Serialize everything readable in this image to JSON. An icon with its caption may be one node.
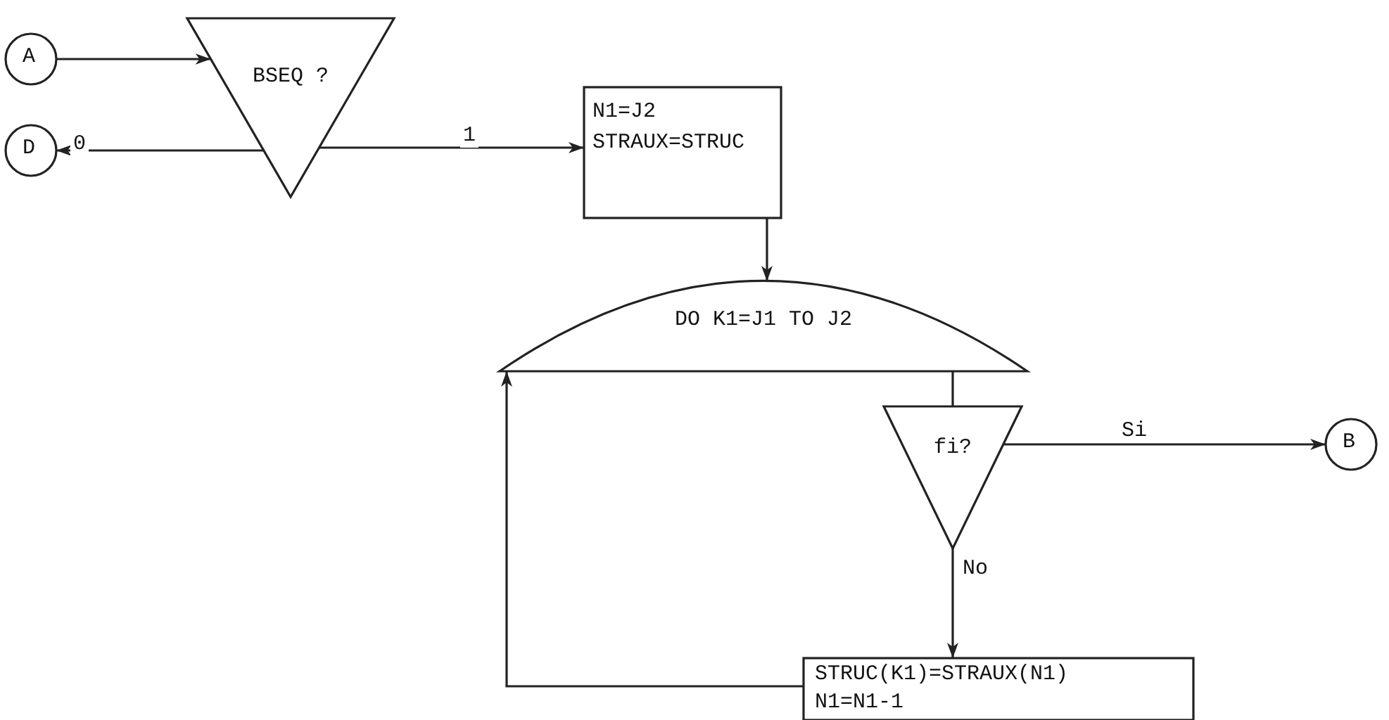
{
  "diagram": {
    "nodes": [
      {
        "text": [
          "A"
        ]
      },
      {
        "text": [
          "BSEQ ?"
        ]
      },
      {
        "text": [
          "D"
        ]
      },
      {
        "text": [
          "N1=J2",
          "STRAUX=STRUC"
        ]
      },
      {
        "text": [
          "DO K1=J1 TO J2"
        ]
      },
      {
        "text": [
          "fi?"
        ]
      },
      {
        "text": [
          "B"
        ]
      },
      {
        "text": [
          "STRUC(K1)=STRAUX(N1)",
          "N1=N1-1"
        ]
      }
    ],
    "edges": [
      {
        "from": 0,
        "to": 1,
        "arrow": "to"
      },
      {
        "from": 1,
        "to": 2,
        "label": "0",
        "arrow": "to"
      },
      {
        "from": 1,
        "to": 3,
        "label": "1",
        "arrow": "to"
      },
      {
        "from": 3,
        "to": 4,
        "arrow": "to"
      },
      {
        "from": 4,
        "to": 5,
        "arrow": "none"
      },
      {
        "from": 5,
        "to": 6,
        "label": "Si",
        "arrow": "to"
      },
      {
        "from": 5,
        "to": 7,
        "label": "No",
        "arrow": "to"
      },
      {
        "from": 7,
        "to": 4,
        "arrow": "to"
      }
    ]
  }
}
